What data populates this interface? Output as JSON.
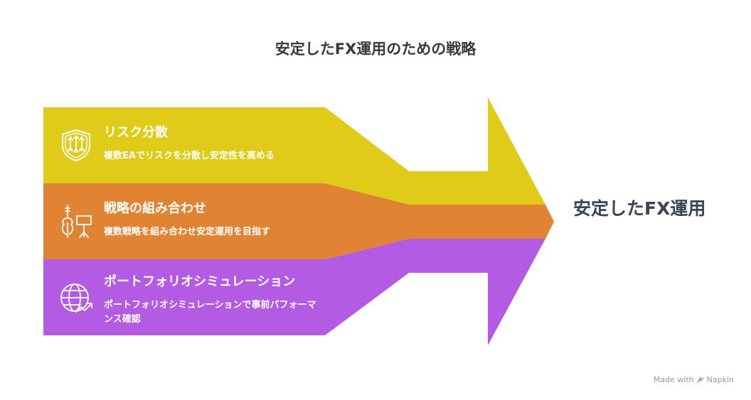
{
  "title": "安定したFX運用のための戦略",
  "result_label": "安定したFX運用",
  "bands": [
    {
      "title": "リスク分散",
      "description": "複数EAでリスクを分散し安定性を高める",
      "icon": "shield-arrows-icon",
      "color": "#dfcb18"
    },
    {
      "title": "戦略の組み合わせ",
      "description": "複数戦略を組み合わせ安定運用を目指す",
      "icon": "violin-stand-icon",
      "color": "#e08433"
    },
    {
      "title": "ポートフォリオシミュレーション",
      "description": "ポートフォリオシミュレーションで事前パフォーマンス確認",
      "icon": "globe-chart-icon",
      "color": "#b35ce3"
    }
  ],
  "footer": {
    "made_with": "Made with",
    "brand": "Napkin"
  }
}
